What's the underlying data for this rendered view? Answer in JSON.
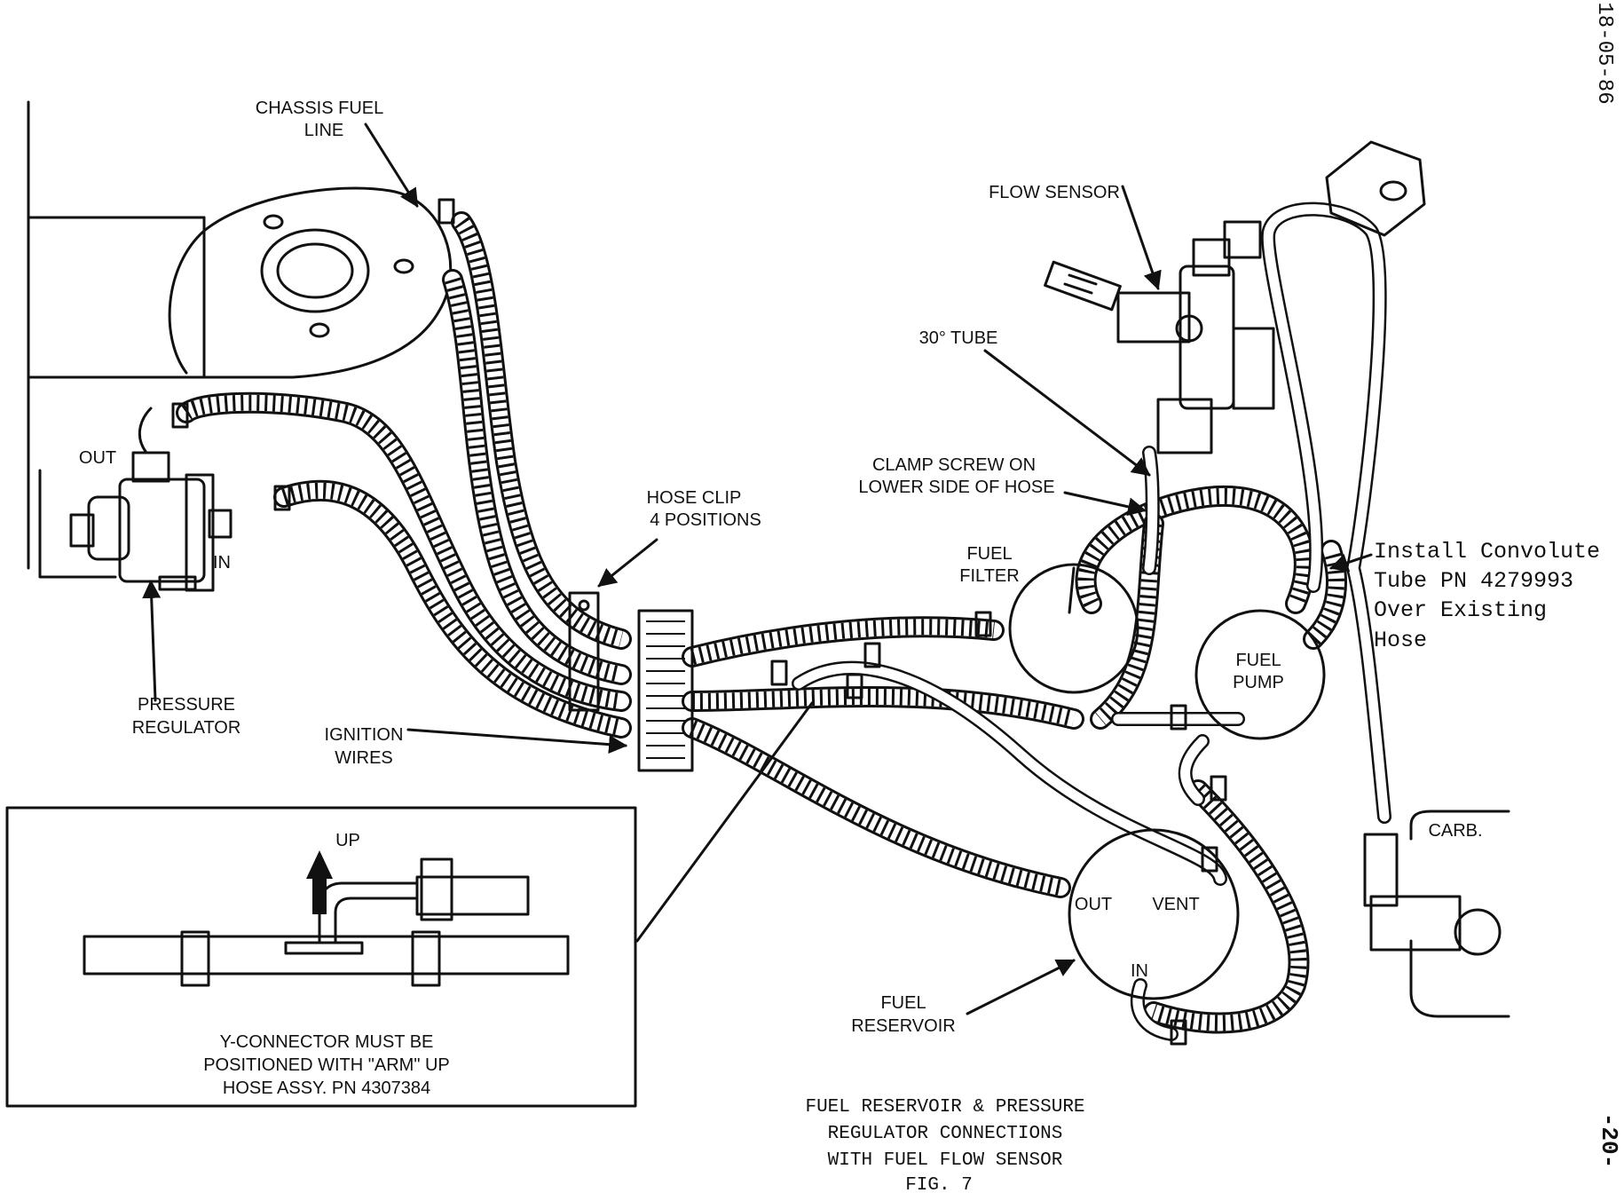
{
  "doc_id": "18-05-86",
  "page_number": "-20-",
  "labels": {
    "chassis_fuel_line": [
      "CHASSIS FUEL",
      "LINE"
    ],
    "flow_sensor": "FLOW SENSOR",
    "tube_30": "30° TUBE",
    "clamp_screw": [
      "CLAMP SCREW ON",
      "LOWER SIDE OF HOSE"
    ],
    "hose_clip": [
      "HOSE CLIP",
      "4 POSITIONS"
    ],
    "out": "OUT",
    "in": "IN",
    "pressure_regulator": [
      "PRESSURE",
      "REGULATOR"
    ],
    "ignition_wires": [
      "IGNITION",
      "WIRES"
    ],
    "fuel_filter": [
      "FUEL",
      "FILTER"
    ],
    "fuel_pump": [
      "FUEL",
      "PUMP"
    ],
    "install_note": [
      "Install Convolute",
      "Tube PN 4279993",
      "Over Existing",
      "Hose"
    ],
    "carb": "CARB.",
    "reservoir_out": "OUT",
    "reservoir_vent": "VENT",
    "reservoir_in": "IN",
    "fuel_reservoir": [
      "FUEL",
      "RESERVOIR"
    ]
  },
  "inset": {
    "up": "UP",
    "caption": [
      "Y-CONNECTOR MUST BE",
      "POSITIONED WITH \"ARM\" UP",
      "HOSE ASSY. PN 4307384"
    ]
  },
  "figure_caption": [
    "FUEL RESERVOIR & PRESSURE",
    "REGULATOR CONNECTIONS",
    "WITH FUEL FLOW SENSOR",
    "FIG. 7"
  ]
}
